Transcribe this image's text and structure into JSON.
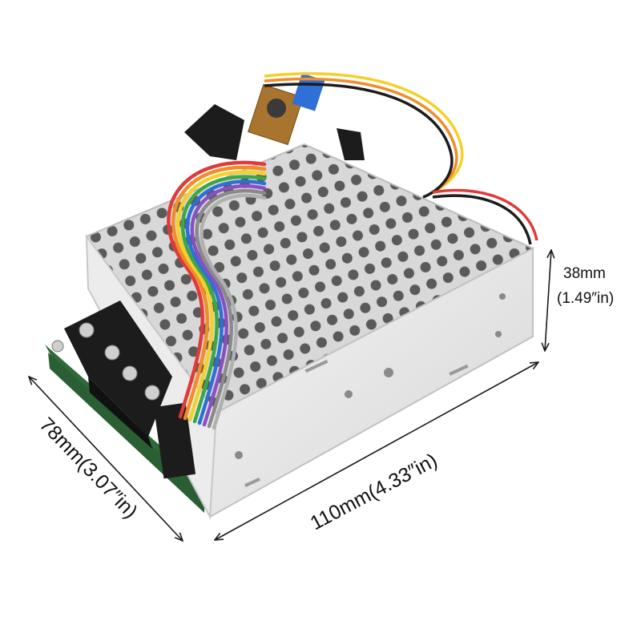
{
  "dimensions": {
    "height": {
      "metric": "38mm",
      "imperial": "(1.49″in)"
    },
    "length": {
      "text": "110mm(4.33″in)"
    },
    "width": {
      "text": "78mm(3.07″in)"
    }
  },
  "colors": {
    "background": "#ffffff",
    "enclosure": "#e4e4e4",
    "enclosure_shadow": "#bdbdbd",
    "terminal_block": "#1c1c1c",
    "pcb": "#2f6b3a",
    "wire_ribbon": [
      "#e03a3a",
      "#f28c28",
      "#f3d02a",
      "#3aa84a",
      "#2f6fd8",
      "#8b4fc4",
      "#7a7a7a",
      "#a0a0a0"
    ],
    "dimension_line": "#1a1a1a"
  },
  "icons": [
    "motor-controller-photo",
    "dimension-arrow"
  ]
}
